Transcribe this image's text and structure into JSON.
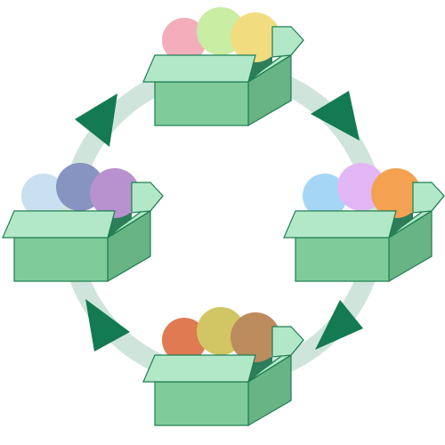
{
  "diagram": {
    "ring_color": "#cfe5dc",
    "arrow_color": "#137a52",
    "box_colors": {
      "front": "#7fcb9a",
      "side": "#68b484",
      "flap": "#b2e8c8",
      "edge": "#1e7e52",
      "inner": "#2e7d5a"
    },
    "boxes": [
      {
        "id": "top",
        "balls": [
          "#f4aebb",
          "#c9eda3",
          "#f2dc80"
        ]
      },
      {
        "id": "right",
        "balls": [
          "#a5d6f6",
          "#e3b7f5",
          "#f4a251"
        ]
      },
      {
        "id": "bottom",
        "balls": [
          "#df7a52",
          "#d2c664",
          "#bc8b5e"
        ]
      },
      {
        "id": "left",
        "balls": [
          "#c8e0ef",
          "#8793c1",
          "#b892cf"
        ]
      }
    ],
    "arrows": [
      {
        "id": "top-right",
        "direction": "clockwise"
      },
      {
        "id": "bottom-right",
        "direction": "clockwise"
      },
      {
        "id": "bottom-left",
        "direction": "clockwise"
      },
      {
        "id": "top-left",
        "direction": "clockwise"
      }
    ]
  }
}
